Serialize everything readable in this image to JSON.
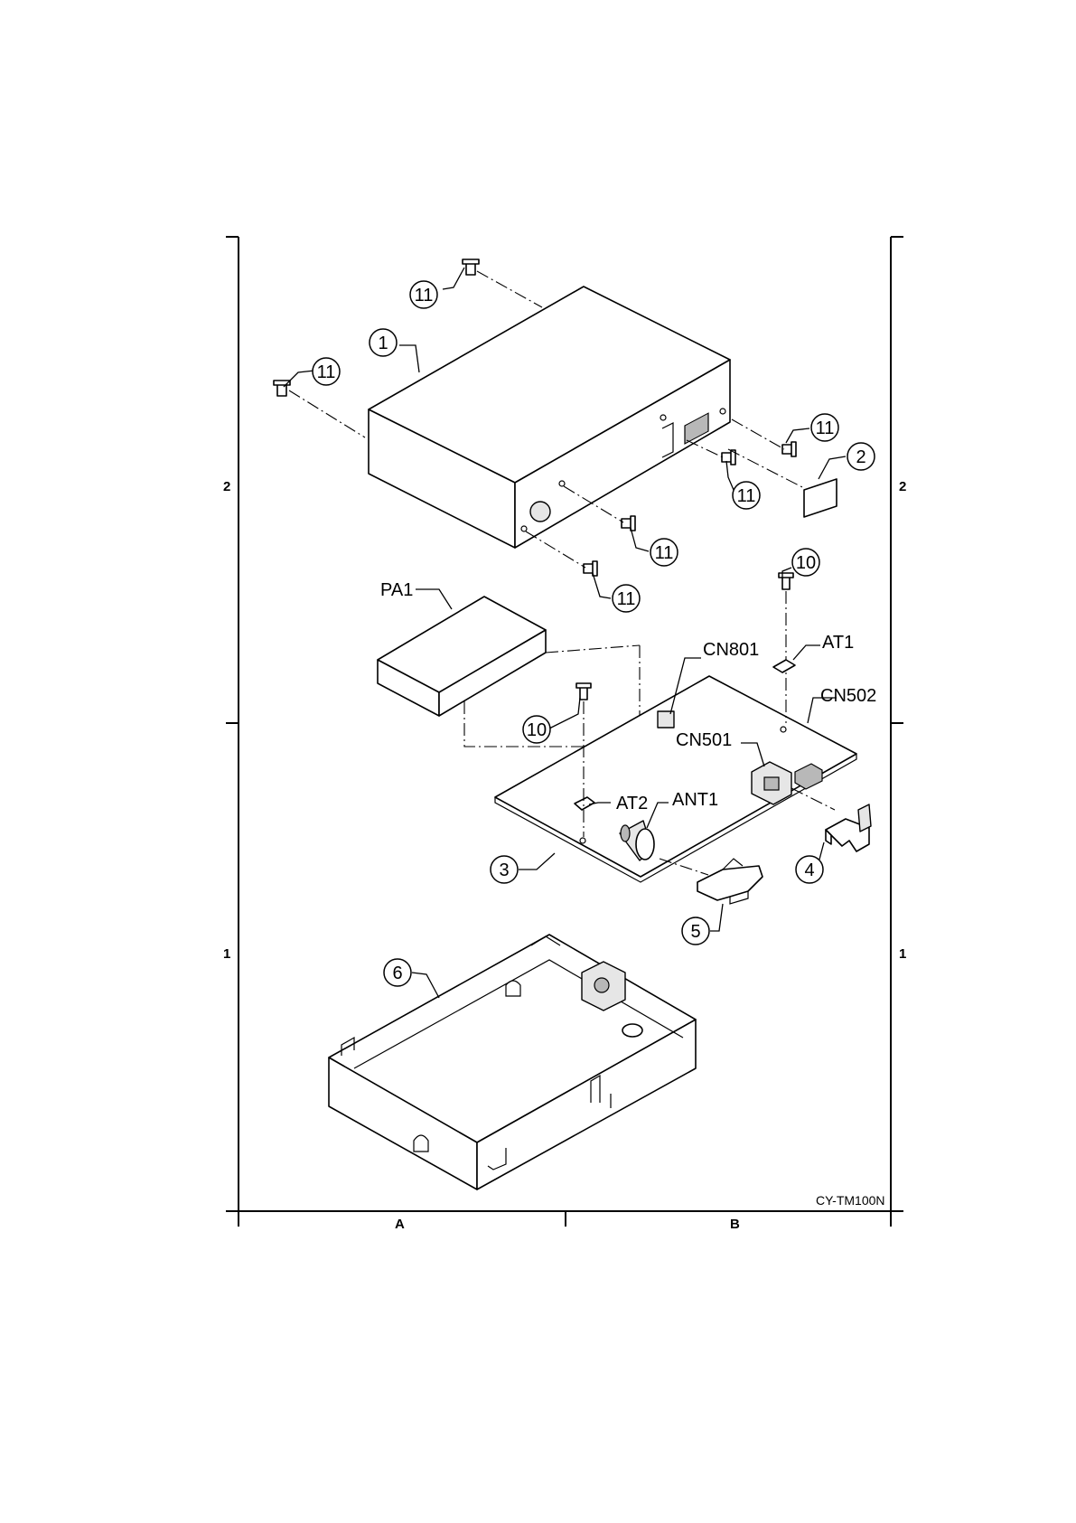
{
  "model": "CY-TM100N",
  "zones": {
    "rows": [
      "2",
      "1"
    ],
    "columns": [
      "A",
      "B"
    ]
  },
  "callouts": {
    "cover": "1",
    "label_sticker": "2",
    "main_pcb": "3",
    "bracket_4": "4",
    "bracket_5": "5",
    "bottom_chassis": "6",
    "screw_10": "10",
    "screw_11": "11"
  },
  "references": {
    "pa1": "PA1",
    "cn801": "CN801",
    "at1": "AT1",
    "cn502": "CN502",
    "cn501": "CN501",
    "at2": "AT2",
    "ant1": "ANT1"
  }
}
